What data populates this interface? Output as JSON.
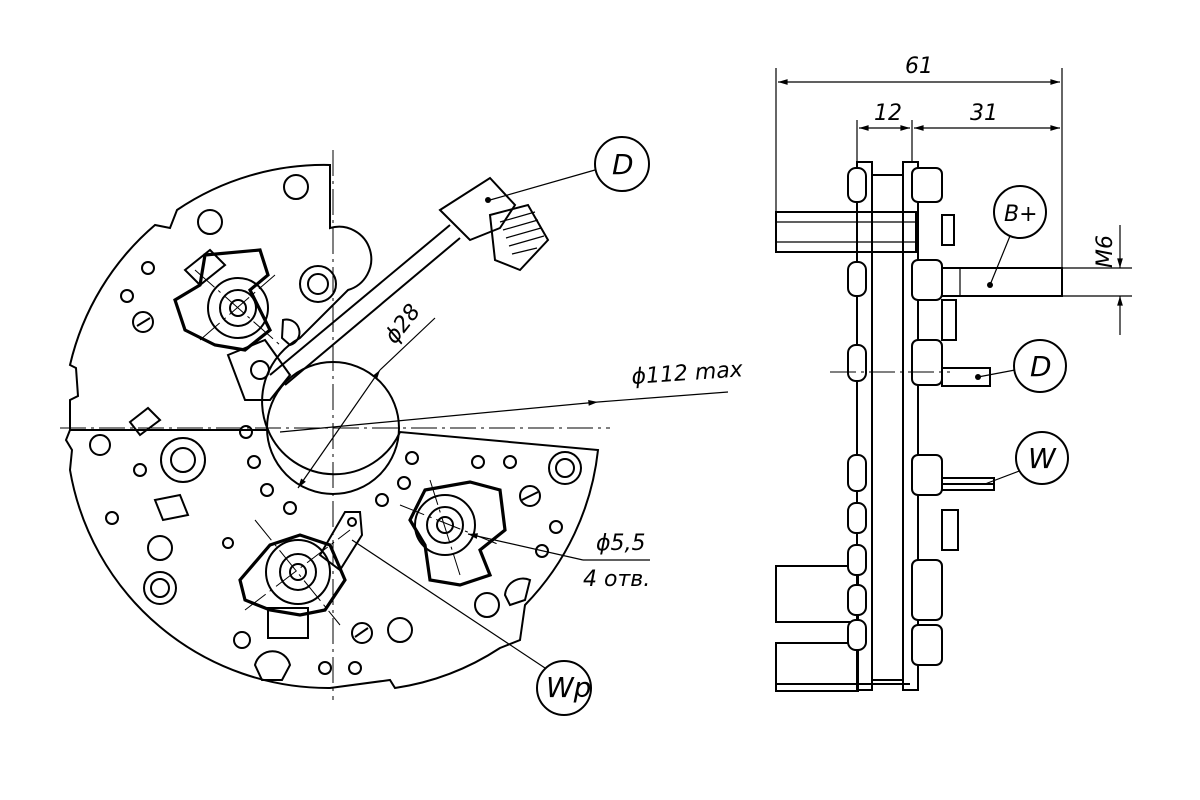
{
  "dimensions": {
    "center_hole": "ϕ28",
    "outer_diameter": "ϕ112 max",
    "mount_hole": "ϕ5,5",
    "mount_hole_count": "4 отв.",
    "overall_depth": "61",
    "plate_thickness": "12",
    "terminal_length": "31",
    "thread": "M6"
  },
  "callouts": {
    "terminal_d_top": "D",
    "terminal_d_side": "D",
    "terminal_bplus": "B+",
    "terminal_w": "W",
    "terminal_wp": "Wp"
  }
}
